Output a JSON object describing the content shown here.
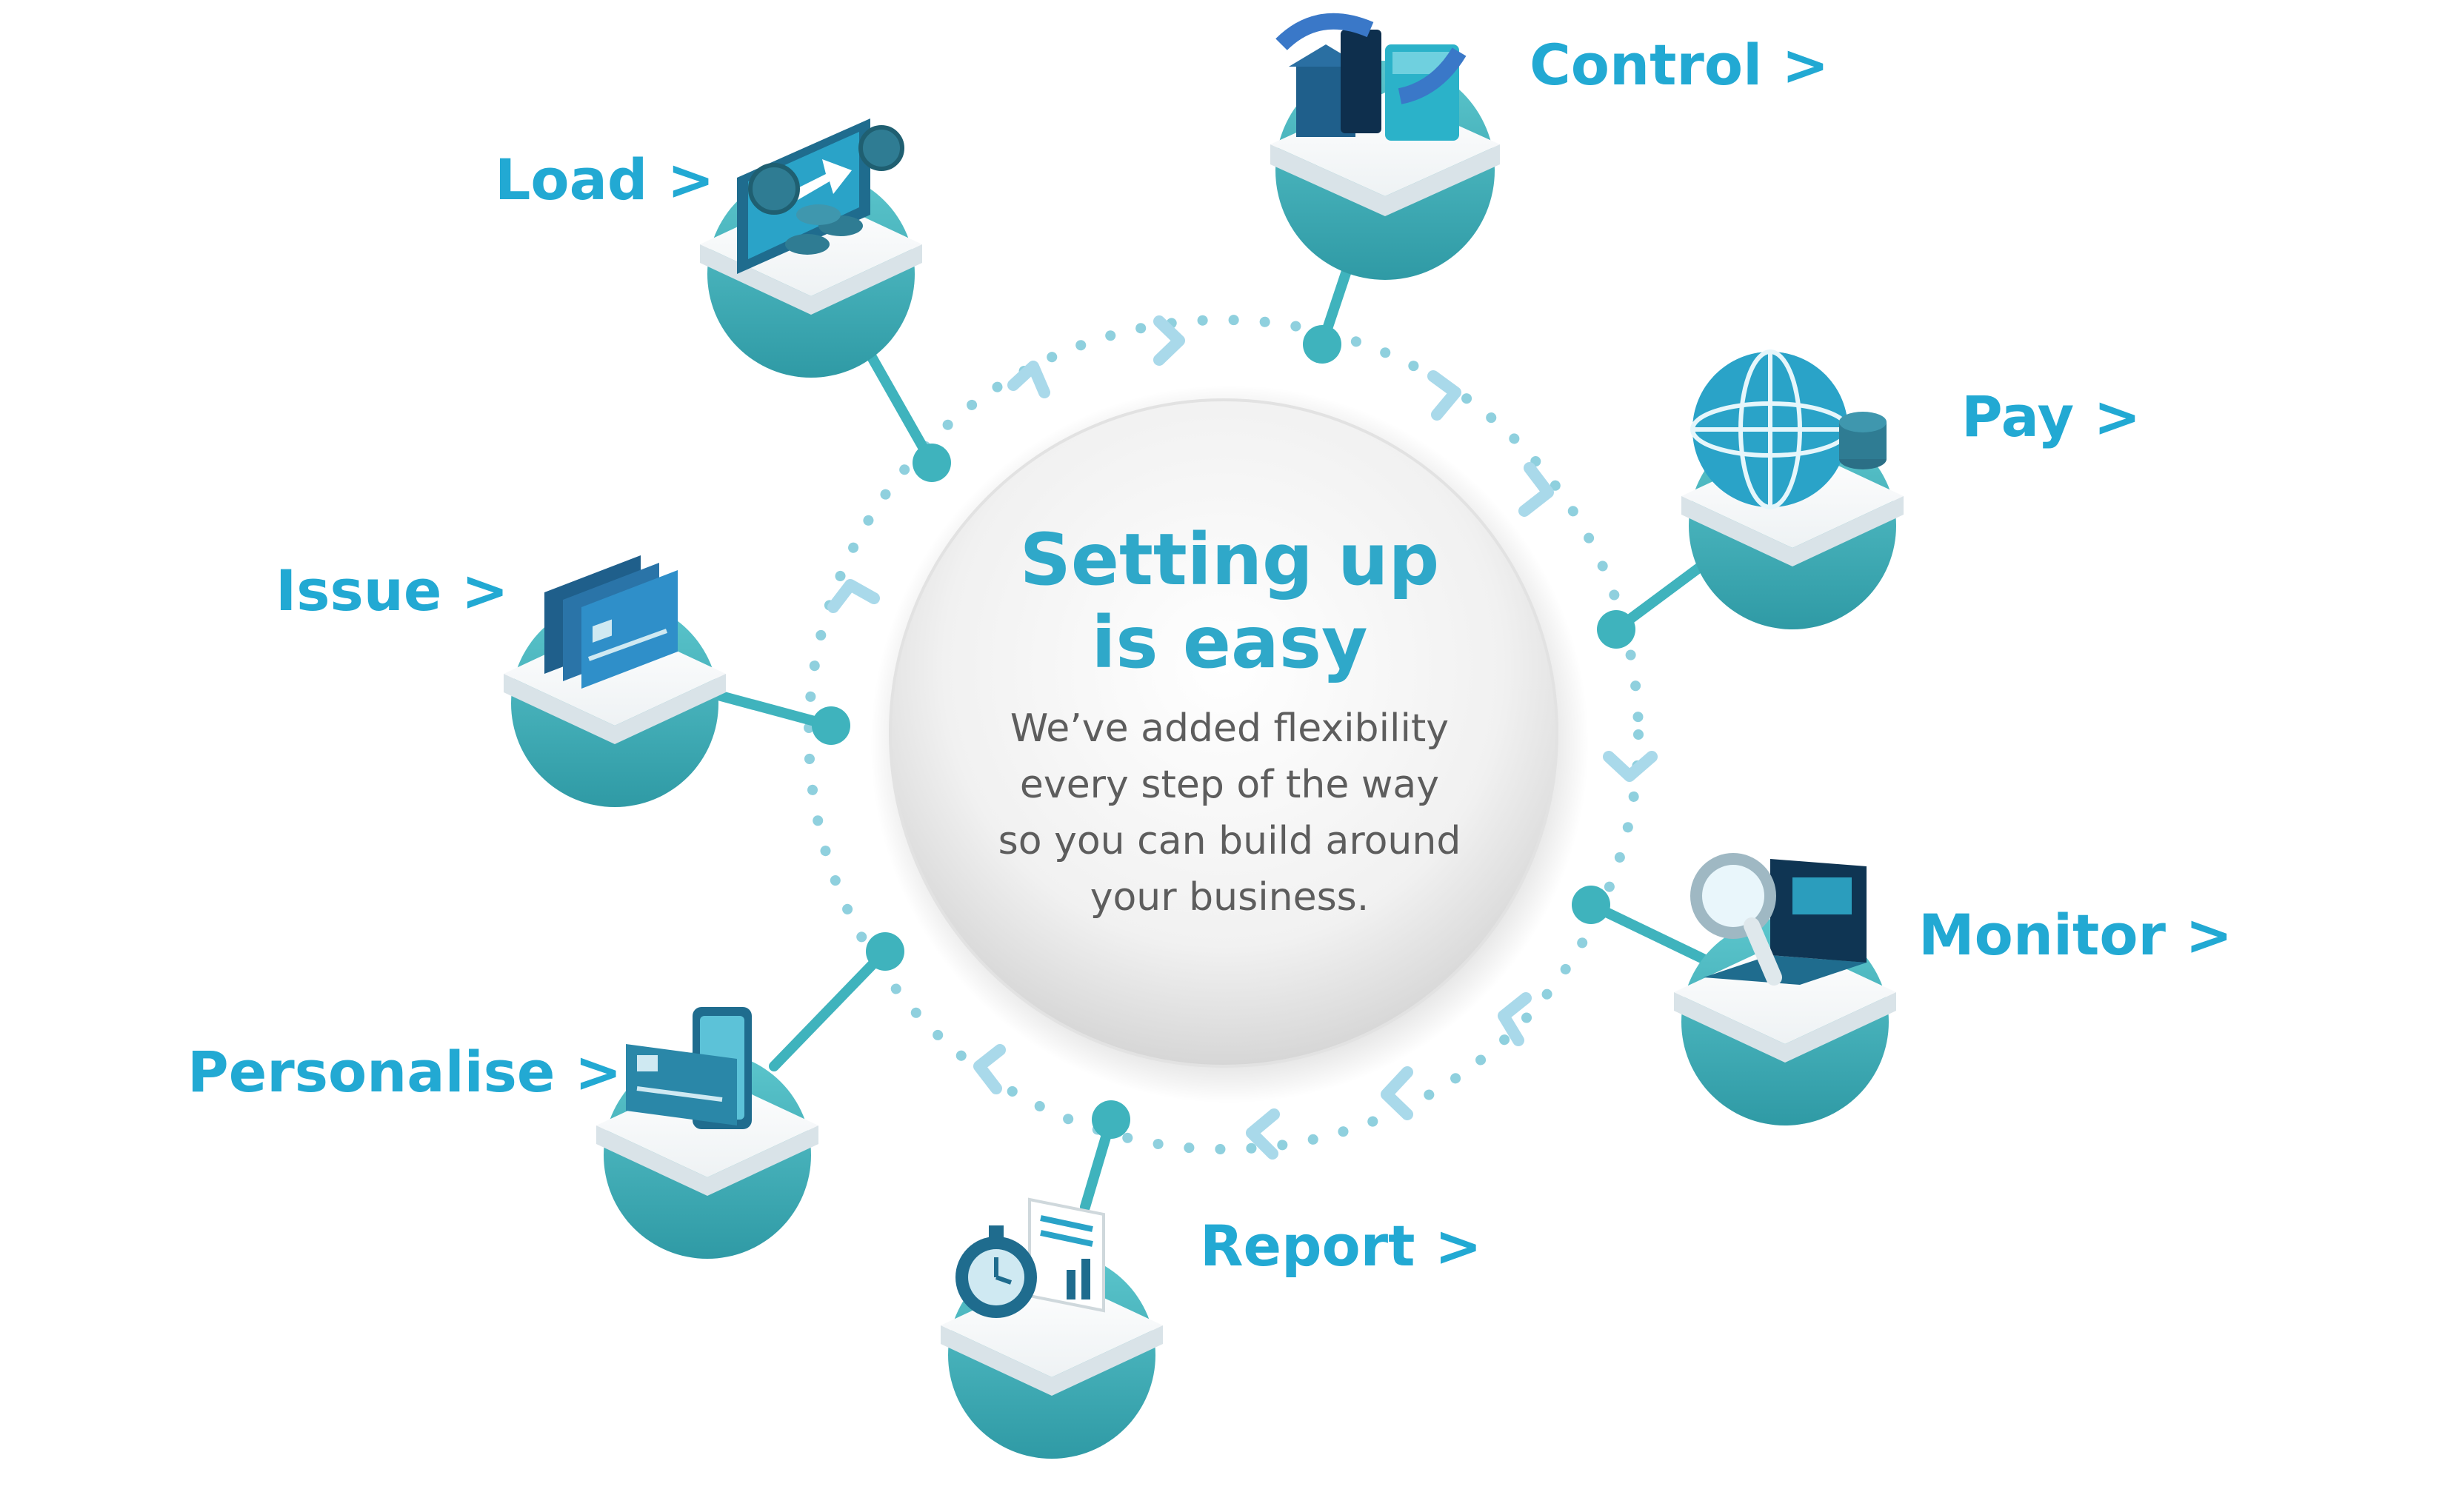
{
  "center": {
    "title_line1": "Setting up",
    "title_line2": "is easy",
    "body_lines": [
      "We’ve added flexibility",
      "every step of the way",
      "so you can build around",
      "your business."
    ]
  },
  "steps": [
    {
      "id": "control",
      "label": "Control >",
      "icon": "bank-card-sync-icon"
    },
    {
      "id": "pay",
      "label": "Pay >",
      "icon": "globe-coins-icon"
    },
    {
      "id": "monitor",
      "label": "Monitor >",
      "icon": "laptop-magnifier-icon"
    },
    {
      "id": "report",
      "label": "Report >",
      "icon": "stopwatch-report-icon"
    },
    {
      "id": "personalise",
      "label": "Personalise >",
      "icon": "branded-card-phone-icon"
    },
    {
      "id": "issue",
      "label": "Issue >",
      "icon": "card-stack-icon"
    },
    {
      "id": "load",
      "label": "Load >",
      "icon": "screen-coins-arrow-icon"
    }
  ],
  "colors": {
    "accent": "#22a9d3",
    "teal": "#3fb3bd",
    "teal_dark": "#2e8f9b",
    "dots": "#8fd0de",
    "chevrons": "#a9d9ea",
    "title": "#2fa8c9",
    "body_text": "#5d5d5d"
  }
}
